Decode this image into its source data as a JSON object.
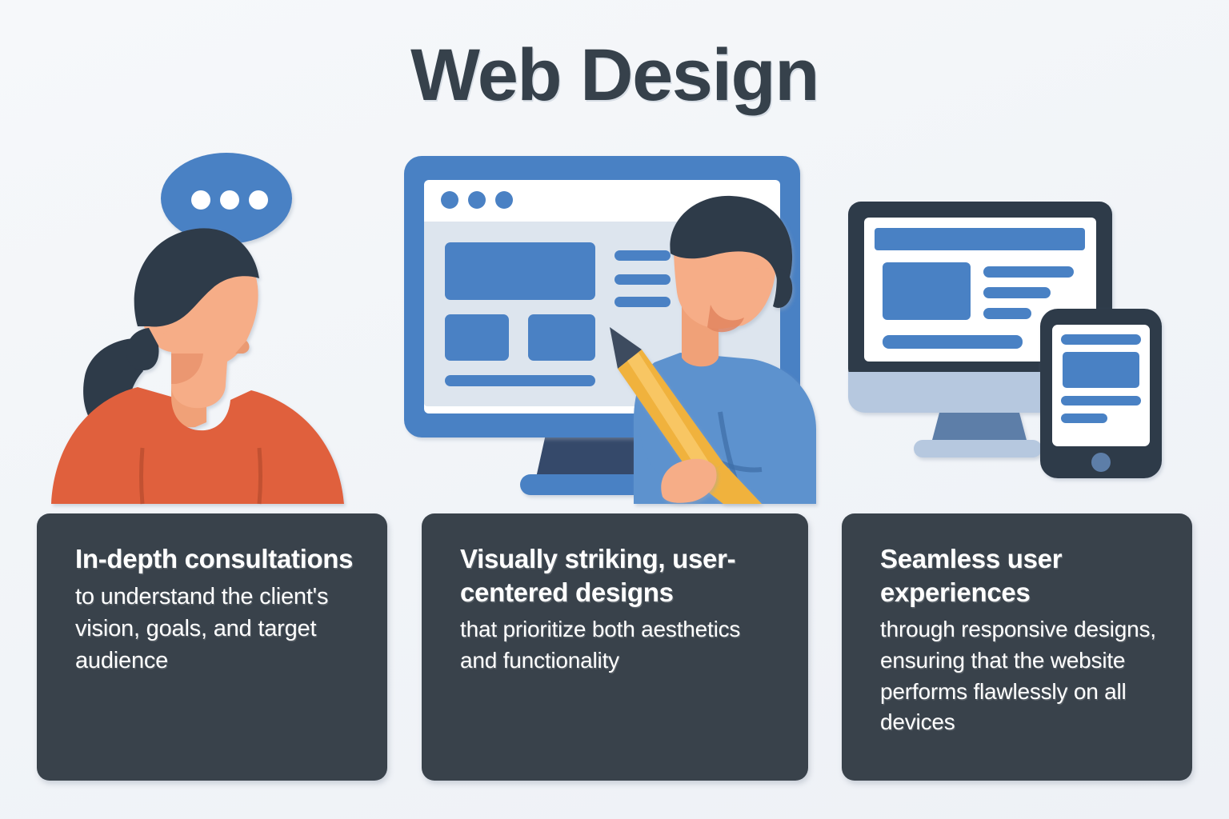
{
  "page": {
    "title": "Web Design",
    "background_color": "#f3f5f8",
    "title_color": "#36414b",
    "card_color": "#39424b",
    "accent_blue": "#4a81c4",
    "accent_orange": "#e0613c",
    "accent_yellow": "#f0b23c",
    "dark_navy": "#2e3a4a",
    "skin": "#f6ad87"
  },
  "illustrations": [
    {
      "name": "client-consultation",
      "alt": "woman in profile with speech bubble",
      "elements": [
        "speech-bubble",
        "three-dots",
        "woman-profile",
        "ponytail",
        "orange-shirt"
      ]
    },
    {
      "name": "designer-at-monitor",
      "alt": "designer with pencil in front of desktop monitor showing a webpage wireframe",
      "elements": [
        "monitor",
        "browser-window",
        "window-dots",
        "hero-block",
        "content-blocks",
        "text-lines",
        "designer",
        "pencil"
      ]
    },
    {
      "name": "responsive-devices",
      "alt": "desktop monitor and tablet showing responsive layouts",
      "elements": [
        "desktop-monitor",
        "monitor-stand",
        "tablet",
        "home-button",
        "layout-blocks"
      ]
    }
  ],
  "cards": [
    {
      "heading": "In-depth consultations",
      "body": "to understand the client's vision, goals, and target audience"
    },
    {
      "heading": "Visually striking, user-centered designs",
      "body": "that prioritize both aesthetics and functionality"
    },
    {
      "heading": "Seamless user experiences",
      "body": "through responsive designs, ensuring that the website performs flawlessly on all devices"
    }
  ]
}
